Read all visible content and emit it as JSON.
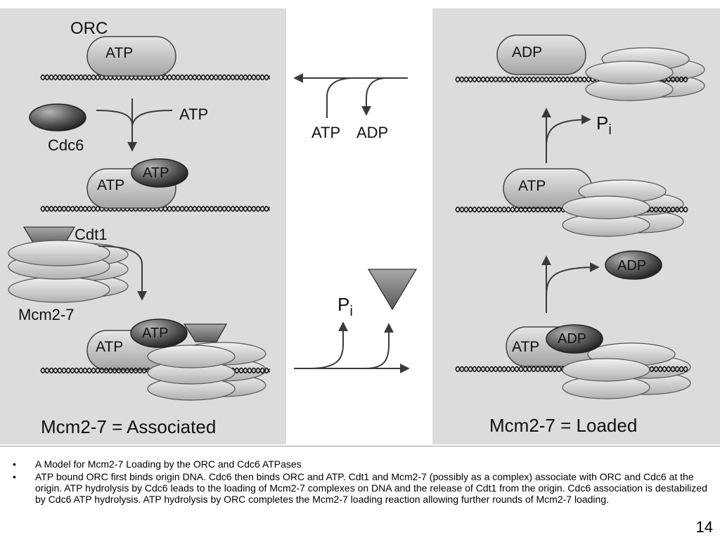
{
  "figure": {
    "left_panel": {
      "orc_label": "ORC",
      "orc_atp": "ATP",
      "atp_in": "ATP",
      "cdc6_label": "Cdc6",
      "step2_orc": "ATP",
      "step2_cdc6": "ATP",
      "cdt1_label": "Cdt1",
      "mcm_label": "Mcm2-7",
      "step3_orc": "ATP",
      "step3_cdc6": "ATP",
      "caption": "Mcm2-7 = Associated"
    },
    "middle": {
      "atp": "ATP",
      "adp": "ADP",
      "pi_p": "P",
      "pi_i": "i"
    },
    "right_panel": {
      "top_orc": "ADP",
      "pi_p": "P",
      "pi_i": "i",
      "mid_orc": "ATP",
      "released": "ADP",
      "bottom_orc": "ATP",
      "bottom_cdc6": "ADP",
      "caption": "Mcm2-7 = Loaded"
    }
  },
  "bullets": [
    "A Model for Mcm2-7 Loading by the ORC and Cdc6 ATPases",
    "ATP bound ORC first binds origin DNA. Cdc6 then binds ORC and ATP. Cdt1 and Mcm2-7 (possibly as a complex) associate with ORC and Cdc6 at the origin. ATP hydrolysis by Cdc6 leads to the loading of Mcm2-7 complexes on DNA and the release of Cdt1 from the origin. Cdc6 association is destabilized by Cdc6 ATP hydrolysis. ATP hydrolysis by ORC completes the Mcm2-7 loading reaction allowing further rounds of Mcm2-7 loading."
  ],
  "bullet_marker": "•",
  "page_number": "14"
}
